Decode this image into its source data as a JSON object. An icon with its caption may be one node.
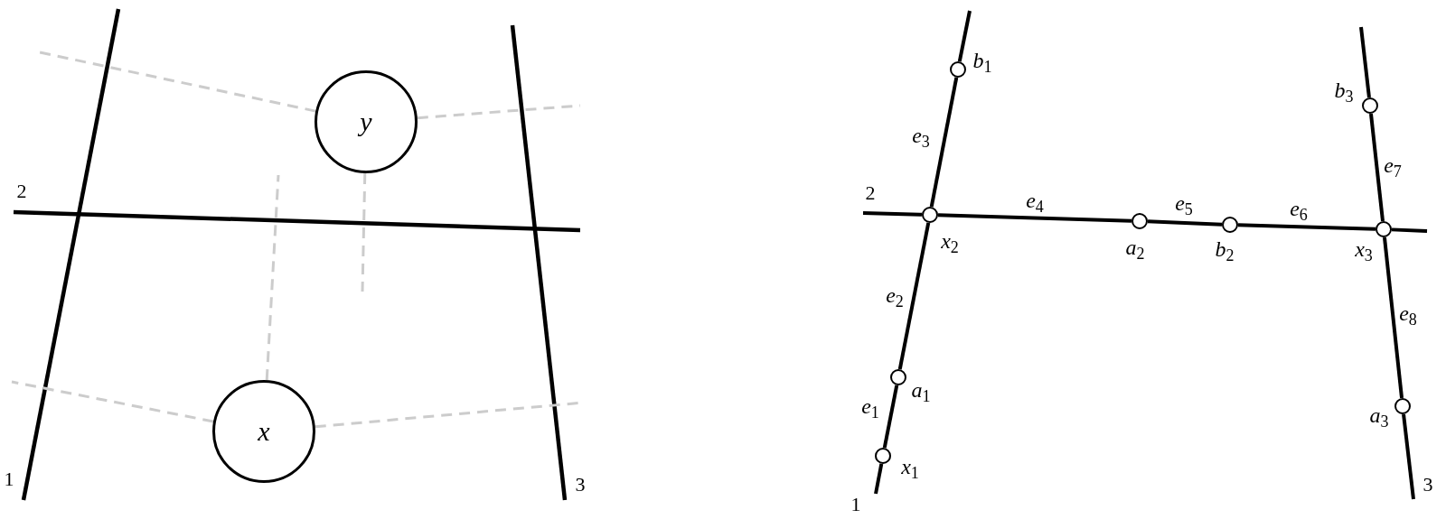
{
  "diagram": {
    "nodes": [
      {
        "text": [
          "y"
        ]
      },
      {
        "text": [
          "x"
        ]
      },
      {
        "text": [],
        "shape": "circle",
        "beside": [
          "*b*$_{1}$"
        ]
      },
      {
        "text": [],
        "shape": "circle",
        "beside": [
          "*b*$_{3}$"
        ]
      },
      {
        "text": [],
        "shape": "circle",
        "beside": [
          "*x*$_{2}$"
        ]
      },
      {
        "text": [],
        "shape": "circle",
        "beside": [
          "*a*$_{2}$"
        ]
      },
      {
        "text": [],
        "shape": "circle",
        "beside": [
          "*b*$_{2}$"
        ]
      },
      {
        "text": [],
        "shape": "circle",
        "beside": [
          "*x*$_{3}$"
        ]
      },
      {
        "text": [],
        "shape": "circle",
        "beside": [
          "*a*$_{1}$"
        ]
      },
      {
        "text": [],
        "shape": "circle",
        "beside": [
          "*a*$_{3}$"
        ]
      },
      {
        "text": [],
        "shape": "circle",
        "beside": [
          "*x*$_{1}$"
        ]
      }
    ],
    "edges": [
      {
        "from": 0,
        "to": null,
        "arrow": "none",
        "style": "dashed",
        "color": "#cccccc"
      },
      {
        "from": 0,
        "to": null,
        "arrow": "none",
        "style": "dashed",
        "color": "#cccccc"
      },
      {
        "from": 0,
        "to": null,
        "arrow": "none",
        "style": "dashed",
        "color": "#cccccc"
      },
      {
        "from": 1,
        "to": null,
        "arrow": "none",
        "style": "dashed",
        "color": "#cccccc"
      },
      {
        "from": 1,
        "to": null,
        "arrow": "none",
        "style": "dashed",
        "color": "#cccccc"
      },
      {
        "from": 1,
        "to": null,
        "arrow": "none",
        "style": "dashed",
        "color": "#cccccc"
      },
      {
        "from": 10,
        "to": 8,
        "arrow": "none",
        "label": "*e*$_{1}$"
      },
      {
        "from": 8,
        "to": 4,
        "arrow": "none",
        "label": "*e*$_{2}$"
      },
      {
        "from": 4,
        "to": 2,
        "arrow": "none",
        "label": "*e*$_{3}$"
      },
      {
        "from": 4,
        "to": 5,
        "arrow": "none",
        "label": "*e*$_{4}$"
      },
      {
        "from": 5,
        "to": 6,
        "arrow": "none",
        "label": "*e*$_{5}$"
      },
      {
        "from": 6,
        "to": 7,
        "arrow": "none",
        "label": "*e*$_{6}$"
      },
      {
        "from": 7,
        "to": 3,
        "arrow": "none",
        "label": "*e*$_{7}$"
      },
      {
        "from": 7,
        "to": 9,
        "arrow": "none",
        "label": "*e*$_{8}$"
      },
      {
        "from": 10,
        "to": null,
        "arrow": "none"
      },
      {
        "from": 2,
        "to": null,
        "arrow": "none"
      },
      {
        "from": 4,
        "to": null,
        "arrow": "none"
      },
      {
        "from": 7,
        "to": null,
        "arrow": "none"
      },
      {
        "from": 3,
        "to": null,
        "arrow": "none"
      },
      {
        "from": 9,
        "to": null,
        "arrow": "none"
      }
    ],
    "labels": [
      "2",
      "1",
      "3",
      "2",
      "1",
      "3"
    ]
  }
}
